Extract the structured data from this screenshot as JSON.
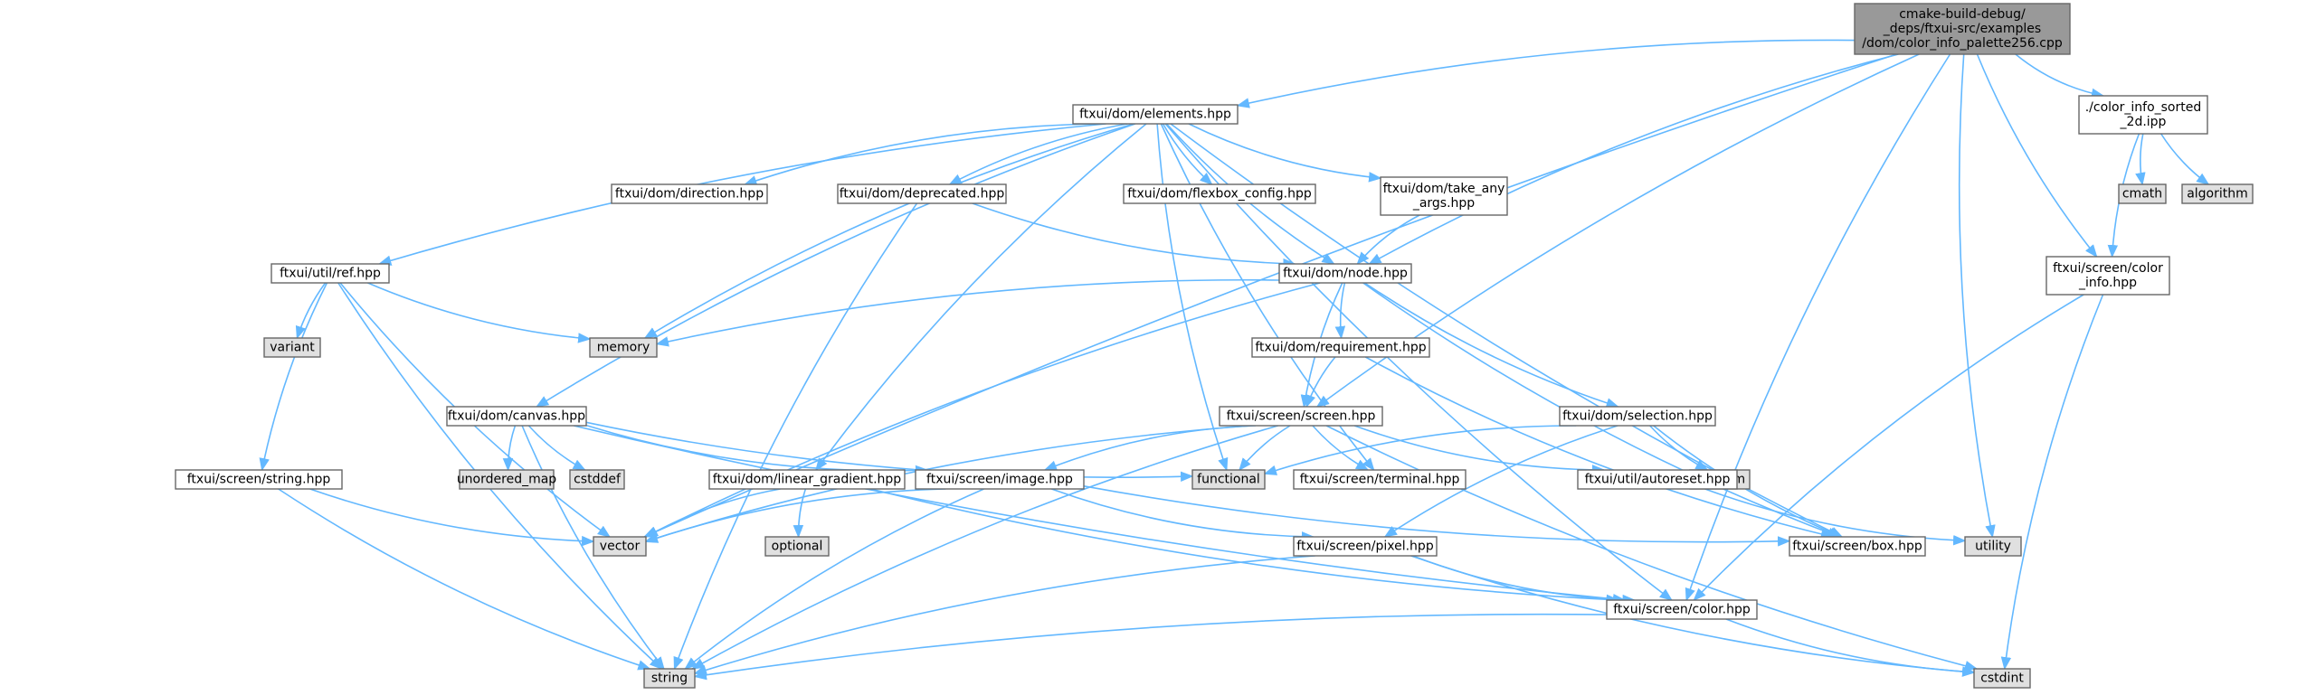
{
  "colors": {
    "edge": "#63b8ff",
    "root_fill": "#999999",
    "node_fill": "#ffffff",
    "system_fill": "#e0e0e0",
    "border": "#666666"
  },
  "nodes": {
    "root": {
      "lines": [
        "cmake-build-debug/",
        "_deps/ftxui-src/examples",
        "/dom/color_info_palette256.cpp"
      ],
      "kind": "root"
    },
    "elements": {
      "lines": [
        "ftxui/dom/elements.hpp"
      ],
      "kind": "file"
    },
    "sorted2d": {
      "lines": [
        "./color_info_sorted",
        "_2d.ipp"
      ],
      "kind": "file"
    },
    "cmath": {
      "lines": [
        "cmath"
      ],
      "kind": "system"
    },
    "algorithm": {
      "lines": [
        "algorithm"
      ],
      "kind": "system"
    },
    "direction": {
      "lines": [
        "ftxui/dom/direction.hpp"
      ],
      "kind": "file"
    },
    "deprecated": {
      "lines": [
        "ftxui/dom/deprecated.hpp"
      ],
      "kind": "file"
    },
    "flexbox": {
      "lines": [
        "ftxui/dom/flexbox_config.hpp"
      ],
      "kind": "file"
    },
    "takeany": {
      "lines": [
        "ftxui/dom/take_any",
        "_args.hpp"
      ],
      "kind": "file"
    },
    "colorinfo": {
      "lines": [
        "ftxui/screen/color",
        "_info.hpp"
      ],
      "kind": "file"
    },
    "ref": {
      "lines": [
        "ftxui/util/ref.hpp"
      ],
      "kind": "file"
    },
    "node": {
      "lines": [
        "ftxui/dom/node.hpp"
      ],
      "kind": "file"
    },
    "variant": {
      "lines": [
        "variant"
      ],
      "kind": "system"
    },
    "memory": {
      "lines": [
        "memory"
      ],
      "kind": "system"
    },
    "requirement": {
      "lines": [
        "ftxui/dom/requirement.hpp"
      ],
      "kind": "file"
    },
    "canvas": {
      "lines": [
        "ftxui/dom/canvas.hpp"
      ],
      "kind": "file"
    },
    "screen": {
      "lines": [
        "ftxui/screen/screen.hpp"
      ],
      "kind": "file"
    },
    "selection": {
      "lines": [
        "ftxui/dom/selection.hpp"
      ],
      "kind": "file"
    },
    "unordered_map": {
      "lines": [
        "unordered_map"
      ],
      "kind": "system"
    },
    "cstddef": {
      "lines": [
        "cstddef"
      ],
      "kind": "system"
    },
    "functional": {
      "lines": [
        "functional"
      ],
      "kind": "system"
    },
    "sstream": {
      "lines": [
        "sstream"
      ],
      "kind": "system"
    },
    "string_hpp": {
      "lines": [
        "ftxui/screen/string.hpp"
      ],
      "kind": "file"
    },
    "lingrad": {
      "lines": [
        "ftxui/dom/linear_gradient.hpp"
      ],
      "kind": "file"
    },
    "image": {
      "lines": [
        "ftxui/screen/image.hpp"
      ],
      "kind": "file"
    },
    "terminal": {
      "lines": [
        "ftxui/screen/terminal.hpp"
      ],
      "kind": "file"
    },
    "autoreset": {
      "lines": [
        "ftxui/util/autoreset.hpp"
      ],
      "kind": "file"
    },
    "vector": {
      "lines": [
        "vector"
      ],
      "kind": "system"
    },
    "optional": {
      "lines": [
        "optional"
      ],
      "kind": "system"
    },
    "pixel": {
      "lines": [
        "ftxui/screen/pixel.hpp"
      ],
      "kind": "file"
    },
    "box": {
      "lines": [
        "ftxui/screen/box.hpp"
      ],
      "kind": "file"
    },
    "utility": {
      "lines": [
        "utility"
      ],
      "kind": "system"
    },
    "color": {
      "lines": [
        "ftxui/screen/color.hpp"
      ],
      "kind": "file"
    },
    "string": {
      "lines": [
        "string"
      ],
      "kind": "system"
    },
    "cstdint": {
      "lines": [
        "cstdint"
      ],
      "kind": "system"
    }
  },
  "edges": [
    [
      "root",
      "elements"
    ],
    [
      "root",
      "sorted2d"
    ],
    [
      "root",
      "colorinfo"
    ],
    [
      "root",
      "node"
    ],
    [
      "root",
      "screen"
    ],
    [
      "root",
      "utility"
    ],
    [
      "root",
      "color"
    ],
    [
      "root",
      "vector"
    ],
    [
      "sorted2d",
      "cmath"
    ],
    [
      "sorted2d",
      "algorithm"
    ],
    [
      "sorted2d",
      "colorinfo"
    ],
    [
      "colorinfo",
      "color"
    ],
    [
      "colorinfo",
      "cstdint"
    ],
    [
      "elements",
      "direction"
    ],
    [
      "elements",
      "deprecated"
    ],
    [
      "elements",
      "flexbox"
    ],
    [
      "elements",
      "takeany"
    ],
    [
      "elements",
      "node"
    ],
    [
      "elements",
      "ref"
    ],
    [
      "elements",
      "memory"
    ],
    [
      "elements",
      "canvas"
    ],
    [
      "elements",
      "lingrad"
    ],
    [
      "elements",
      "functional"
    ],
    [
      "elements",
      "terminal"
    ],
    [
      "elements",
      "box"
    ],
    [
      "elements",
      "color"
    ],
    [
      "deprecated",
      "node"
    ],
    [
      "deprecated",
      "string"
    ],
    [
      "takeany",
      "node"
    ],
    [
      "ref",
      "variant"
    ],
    [
      "ref",
      "memory"
    ],
    [
      "ref",
      "string_hpp"
    ],
    [
      "ref",
      "vector"
    ],
    [
      "ref",
      "string"
    ],
    [
      "node",
      "memory"
    ],
    [
      "node",
      "requirement"
    ],
    [
      "node",
      "screen"
    ],
    [
      "node",
      "selection"
    ],
    [
      "node",
      "vector"
    ],
    [
      "node",
      "box"
    ],
    [
      "requirement",
      "screen"
    ],
    [
      "requirement",
      "box"
    ],
    [
      "canvas",
      "unordered_map"
    ],
    [
      "canvas",
      "cstddef"
    ],
    [
      "canvas",
      "functional"
    ],
    [
      "canvas",
      "image"
    ],
    [
      "canvas",
      "color"
    ],
    [
      "canvas",
      "string"
    ],
    [
      "screen",
      "functional"
    ],
    [
      "screen",
      "image"
    ],
    [
      "screen",
      "terminal"
    ],
    [
      "screen",
      "autoreset"
    ],
    [
      "screen",
      "vector"
    ],
    [
      "screen",
      "string"
    ],
    [
      "screen",
      "cstdint"
    ],
    [
      "selection",
      "functional"
    ],
    [
      "selection",
      "sstream"
    ],
    [
      "selection",
      "pixel"
    ],
    [
      "selection",
      "box"
    ],
    [
      "string_hpp",
      "vector"
    ],
    [
      "string_hpp",
      "string"
    ],
    [
      "lingrad",
      "optional"
    ],
    [
      "lingrad",
      "vector"
    ],
    [
      "lingrad",
      "color"
    ],
    [
      "image",
      "vector"
    ],
    [
      "image",
      "box"
    ],
    [
      "image",
      "pixel"
    ],
    [
      "image",
      "string"
    ],
    [
      "autoreset",
      "utility"
    ],
    [
      "pixel",
      "color"
    ],
    [
      "pixel",
      "string"
    ],
    [
      "pixel",
      "cstdint"
    ],
    [
      "color",
      "string"
    ],
    [
      "color",
      "cstdint"
    ]
  ]
}
